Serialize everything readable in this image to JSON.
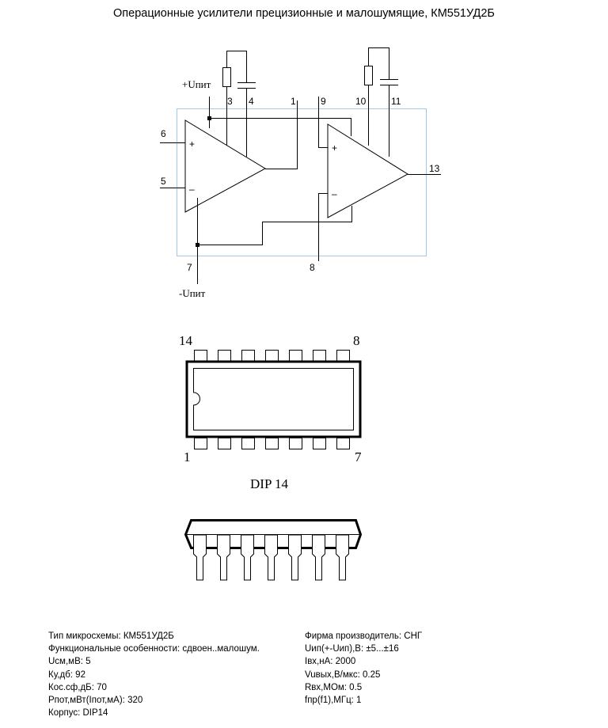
{
  "title": "Операционные усилители прецизионные и малошумящие, КМ551УД2Б",
  "schematic": {
    "power_plus_label": "+Uпит",
    "power_minus_label": "-Uпит",
    "plus_sign": "+",
    "minus_sign": "–",
    "pins": {
      "p1": "1",
      "p3": "3",
      "p4": "4",
      "p5": "5",
      "p6": "6",
      "p7": "7",
      "p8": "8",
      "p9": "9",
      "p10": "10",
      "p11": "11",
      "p13": "13"
    }
  },
  "package": {
    "pin_14": "14",
    "pin_8": "8",
    "pin_1": "1",
    "pin_7": "7",
    "name": "DIP 14"
  },
  "specs": {
    "left": [
      "Тип микросхемы: КМ551УД2Б",
      "Функциональные особенности: сдвоен..малошум.",
      "Uсм,мВ: 5",
      "Ку,дб: 92",
      "Кос.сф,дБ: 70",
      "Рпот,мВт(Iпот,мА): 320",
      "Корпус: DIP14"
    ],
    "right": [
      "Фирма производитель: СНГ",
      "Uип(+-Uип),В: ±5...±16",
      "Iвх,нА: 2000",
      "Vuвых,В/мкс: 0.25",
      "Rвх,МОм: 0.5",
      "fпр(f1),МГц: 1"
    ]
  },
  "colors": {
    "frame": "#a0c8e8",
    "line": "#000000"
  }
}
